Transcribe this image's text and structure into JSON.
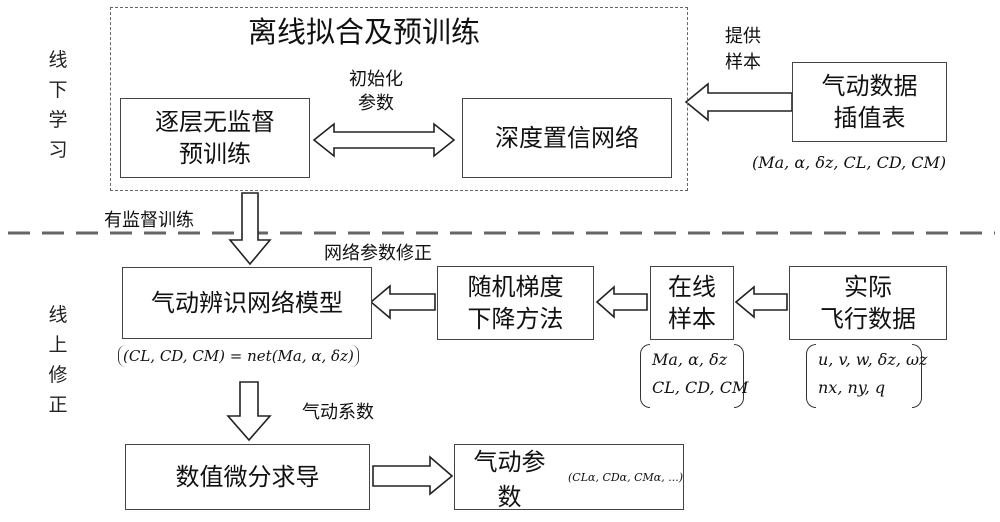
{
  "offline": {
    "side_label": [
      "线",
      "下",
      "学",
      "习"
    ],
    "title": "离线拟合及预训练",
    "pretrain_box": [
      "逐层无监督",
      "预训练"
    ],
    "init_label": [
      "初始化",
      "参数"
    ],
    "dbn_box": "深度置信网络",
    "provide_label": [
      "提供",
      "样本"
    ],
    "aero_table_box": [
      "气动数据",
      "插值表"
    ],
    "aero_table_vars": "(Ma, α, δz, CL, CD, CM)",
    "supervised_label": "有监督训练"
  },
  "online": {
    "side_label": [
      "线",
      "上",
      "修",
      "正"
    ],
    "network_correction_label": "网络参数修正",
    "model_box": "气动辨识网络模型",
    "model_formula": "(CL, CD, CM) = net(Ma, α, δz)",
    "sgd_box": [
      "随机梯度",
      "下降方法"
    ],
    "online_sample_box": [
      "在线",
      "样本"
    ],
    "online_sample_vars": [
      "Ma, α, δz",
      "CL, CD, CM"
    ],
    "flight_data_box": [
      "实际",
      "飞行数据"
    ],
    "flight_data_vars": [
      "u, v, w, δz, ωz",
      "nx, ny, q"
    ],
    "coef_label": "气动系数",
    "numdiff_box": "数值微分求导",
    "param_label": "气动参数",
    "param_vars": "(CLα, CDα, CMα, ...)"
  }
}
